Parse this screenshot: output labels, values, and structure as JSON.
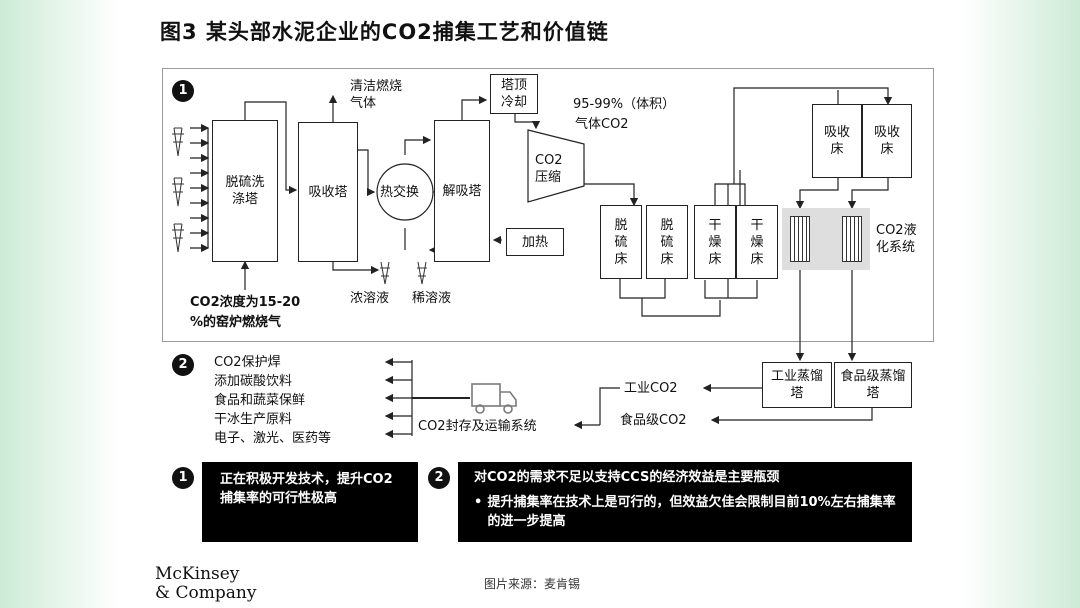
{
  "title": "图3 某头部水泥企业的CO2捕集工艺和价值链",
  "section1": {
    "number": "1",
    "desulf_wash_tower": "脱硫洗涤塔",
    "absorber": "吸收塔",
    "clean_flue_gas": "清洁燃烧气体",
    "heat_exchange": "热交换",
    "desorber": "解吸塔",
    "tower_top_cooling": "塔顶冷却",
    "co2_compress": "CO2压缩",
    "purity_note_line1": "95-99%（体积）",
    "purity_note_line2": "气体CO2",
    "heating": "加热",
    "rich_solution": "浓溶液",
    "lean_solution": "稀溶液",
    "flue_gas_note_line1": "CO2浓度为15-20",
    "flue_gas_note_line2": "%的窑炉燃烧气",
    "desulf_bed": "脱硫床",
    "dry_bed": "干燥床",
    "absorb_bed": "吸收床",
    "liquefaction_system": "CO2液化系统"
  },
  "section2": {
    "number": "2",
    "uses": [
      "CO2保护焊",
      "添加碳酸饮料",
      "食品和蔬菜保鲜",
      "干冰生产原料",
      "电子、激光、医药等"
    ],
    "storage_transport": "CO2封存及运输系统",
    "industrial_co2": "工业CO2",
    "food_co2": "食品级CO2",
    "industrial_distill": "工业蒸馏塔",
    "food_distill": "食品级蒸馏塔"
  },
  "notes": {
    "note1_number": "1",
    "note1_text": "正在积极开发技术，提升CO2捕集率的可行性极高",
    "note2_number": "2",
    "note2_headline": "对CO2的需求不足以支持CCS的经济效益是主要瓶颈",
    "note2_bullet": "提升捕集率在技术上是可行的，但效益欠佳会限制目前10%左右捕集率的进一步提高"
  },
  "footer": {
    "logo_line1": "McKinsey",
    "logo_line2": "& Company",
    "source": "图片来源：麦肯锡"
  }
}
